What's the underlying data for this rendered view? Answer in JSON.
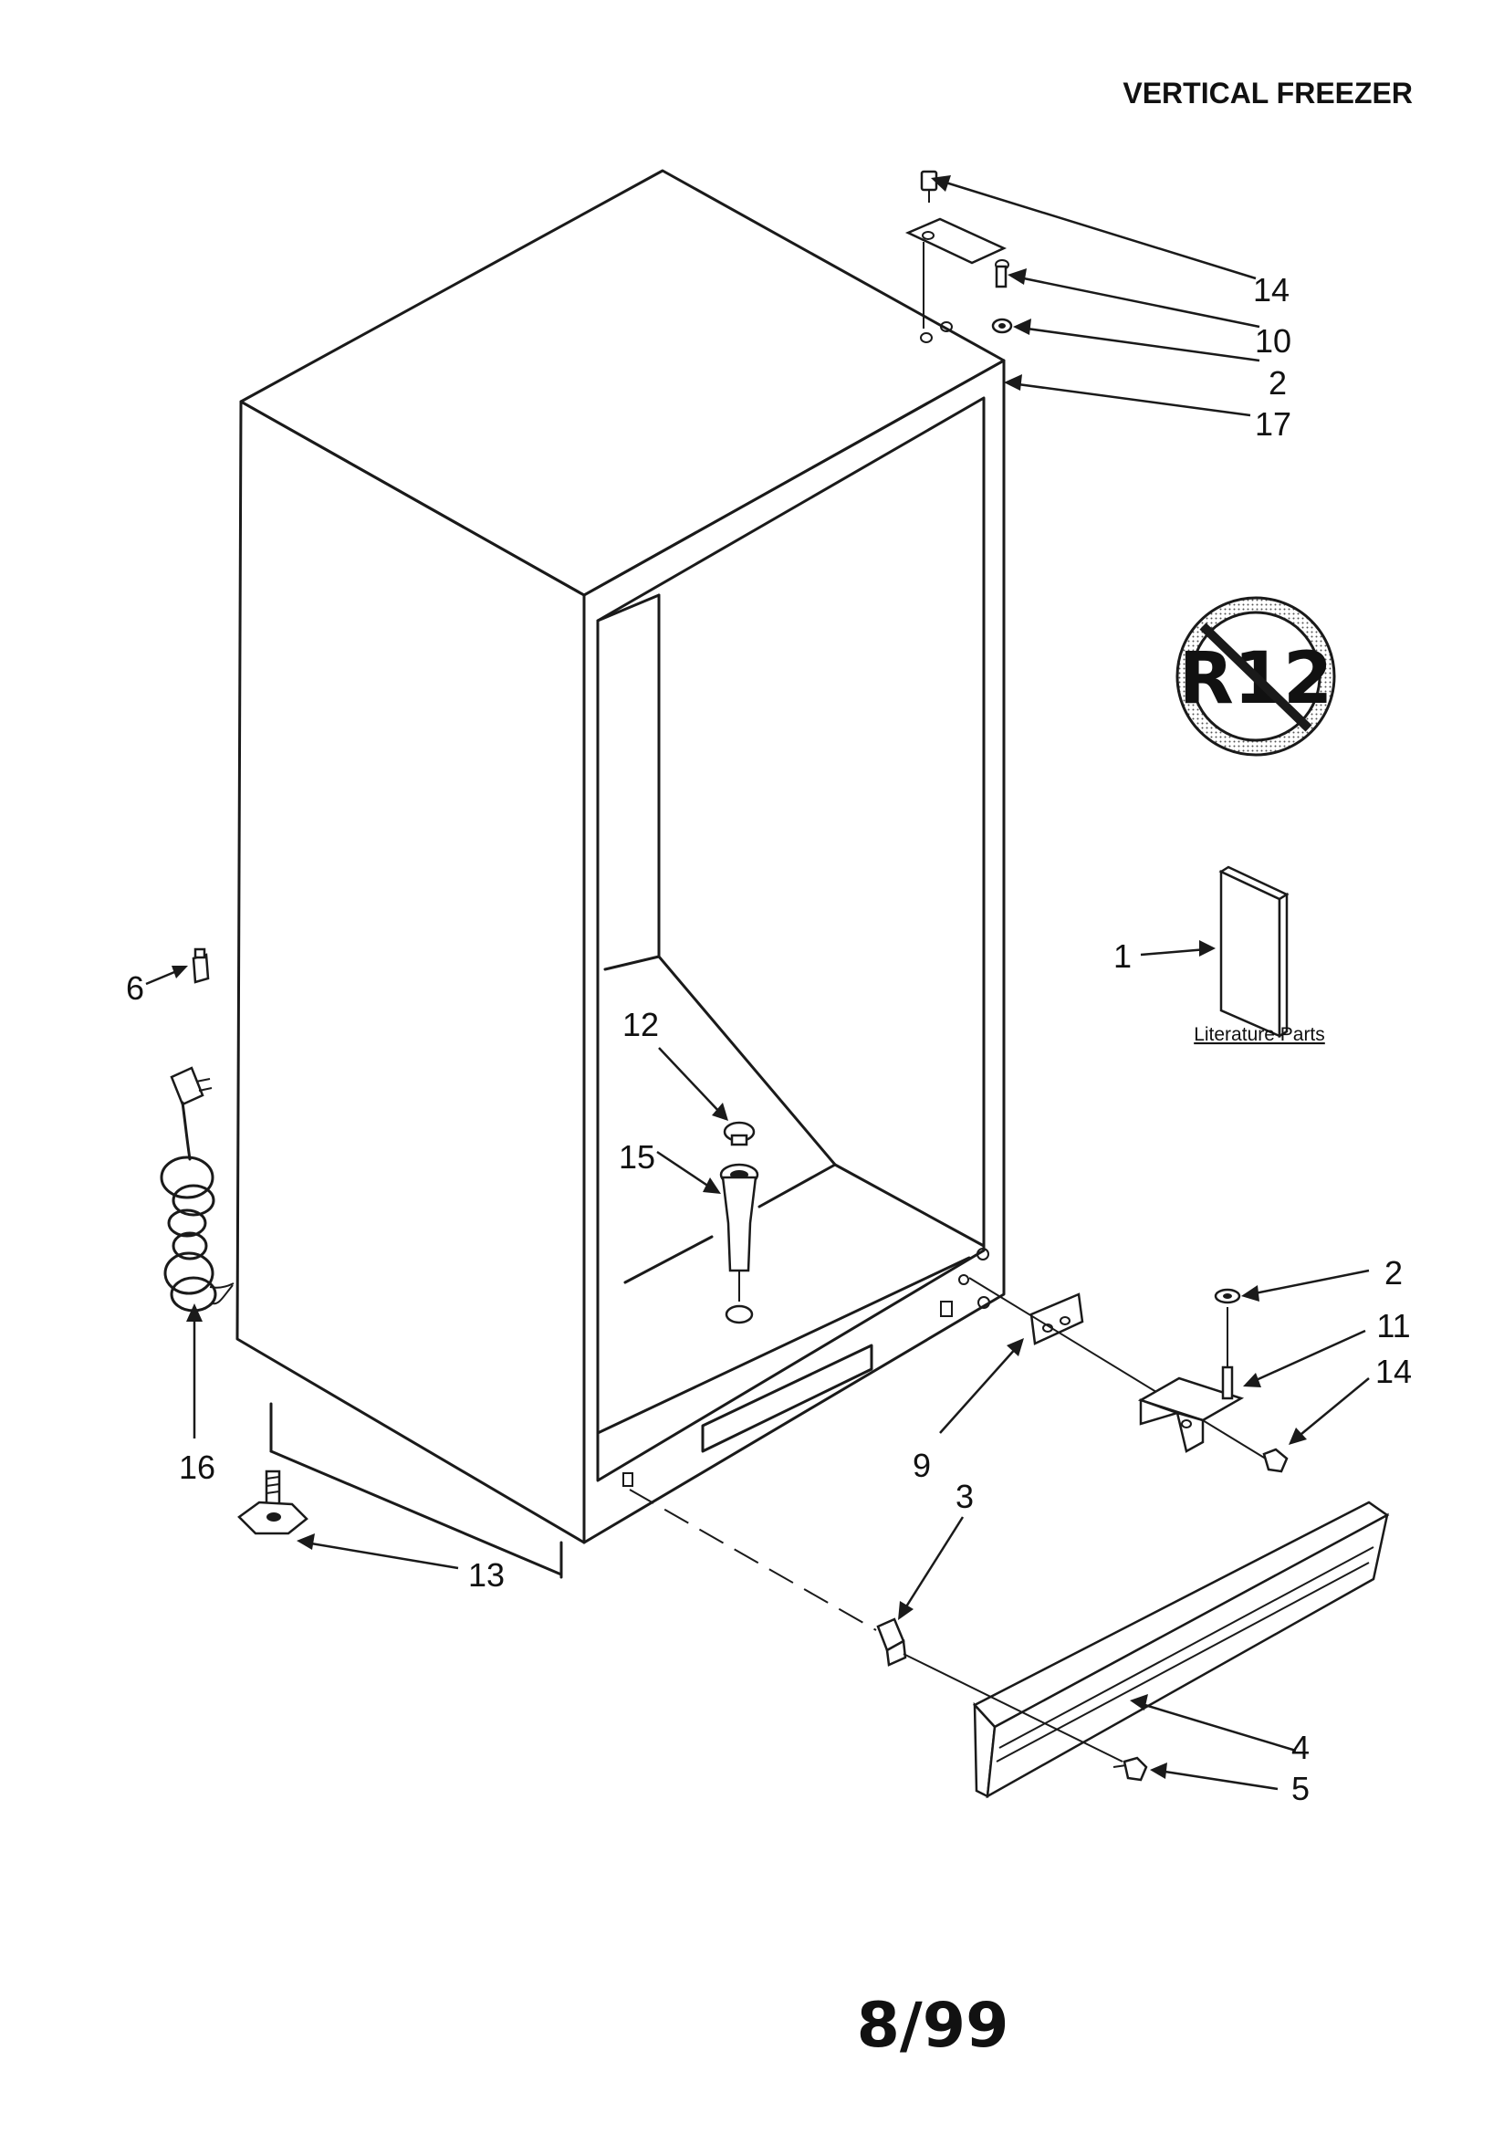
{
  "header": {
    "title": "VERTICAL FREEZER"
  },
  "footer": {
    "date_code": "8/99"
  },
  "badge": {
    "text": "R12",
    "meaning": "no-R12 refrigerant symbol"
  },
  "literature": {
    "label": "Literature Parts"
  },
  "callouts": {
    "c1": "1",
    "c2_top": "2",
    "c2_bottom": "2",
    "c3": "3",
    "c4": "4",
    "c5": "5",
    "c6": "6",
    "c9": "9",
    "c10": "10",
    "c11": "11",
    "c12": "12",
    "c13": "13",
    "c14_top": "14",
    "c14_bottom": "14",
    "c15": "15",
    "c16": "16",
    "c17": "17"
  },
  "colors": {
    "ink": "#1a1a1a",
    "paper": "#ffffff"
  }
}
